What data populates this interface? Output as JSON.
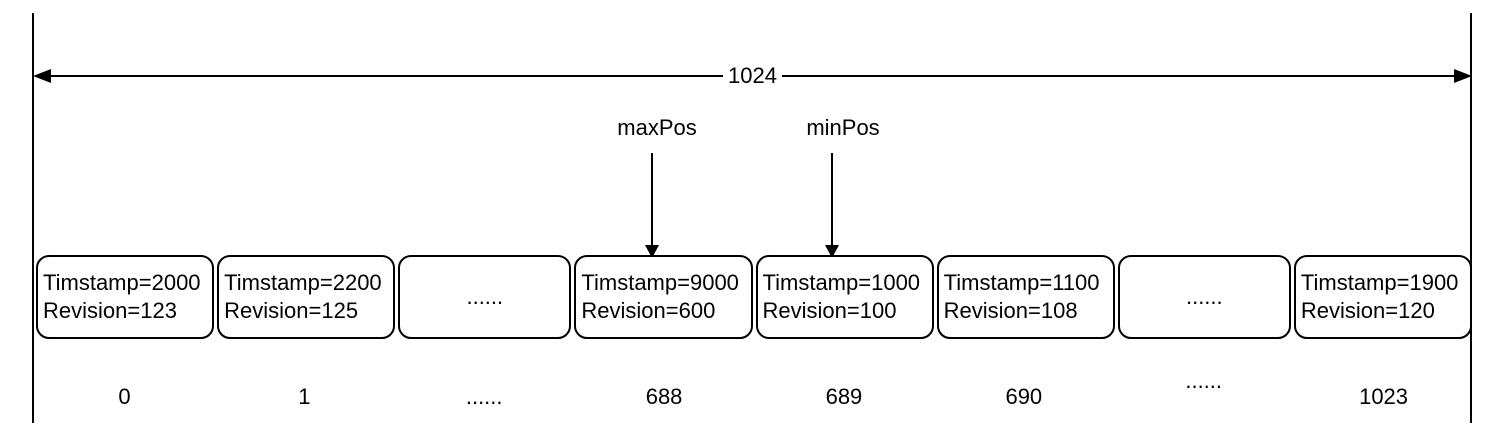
{
  "diagram": {
    "capacity_label": "1024",
    "pointers": {
      "max_label": "maxPos",
      "min_label": "minPos"
    },
    "cells": [
      {
        "line1": "Timstamp=2000",
        "line2": "Revision=123",
        "index": "0"
      },
      {
        "line1": "Timstamp=2200",
        "line2": "Revision=125",
        "index": "1"
      },
      {
        "ellipsis": "......",
        "index": "......"
      },
      {
        "line1": "Timstamp=9000",
        "line2": "Revision=600",
        "index": "688"
      },
      {
        "line1": "Timstamp=1000",
        "line2": "Revision=100",
        "index": "689"
      },
      {
        "line1": "Timstamp=1100",
        "line2": "Revision=108",
        "index": "690"
      },
      {
        "ellipsis": "......",
        "index": "......"
      },
      {
        "line1": "Timstamp=1900",
        "line2": "Revision=120",
        "index": "1023"
      }
    ],
    "colors": {
      "line": "#000000",
      "background": "#ffffff"
    }
  }
}
